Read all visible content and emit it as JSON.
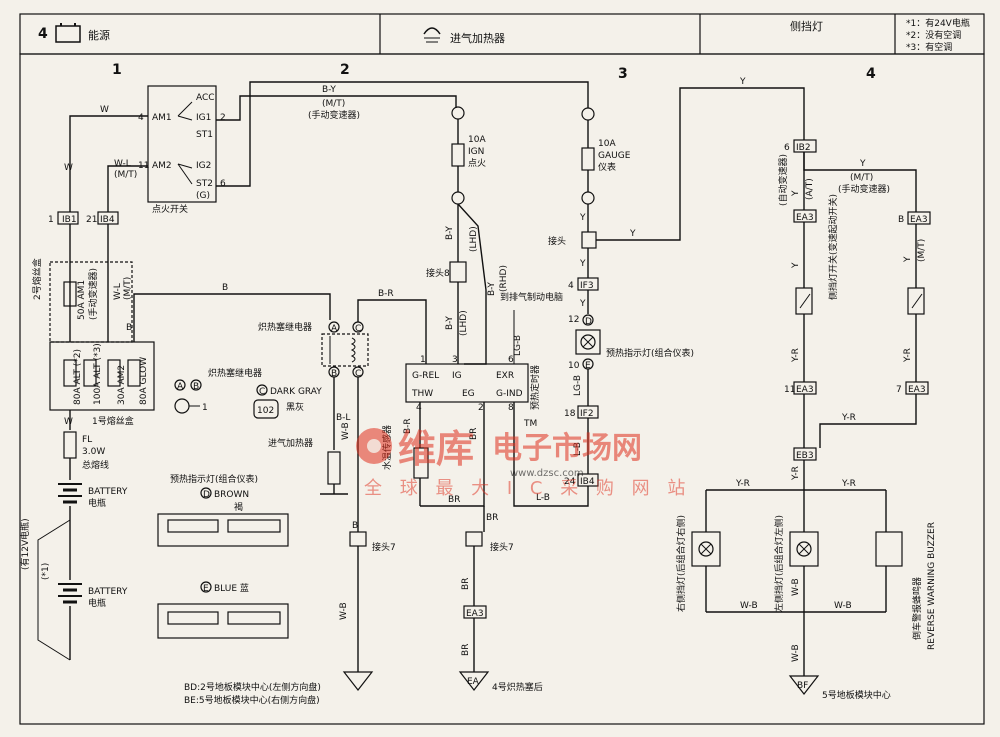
{
  "header": {
    "cell1_number": "4",
    "cell1_label": "能源",
    "cell2_label": "进气加热器",
    "cell3_label": "侧挡灯",
    "notes": [
      "*1：有24V电瓶",
      "*2：没有空调",
      "*3：有空调"
    ]
  },
  "columns": [
    "1",
    "2",
    "3",
    "4"
  ],
  "ignition": {
    "label": "点火开关",
    "pins": [
      "ACC",
      "IG1",
      "ST1",
      "IG2",
      "ST2",
      "AM1",
      "AM2"
    ],
    "pin_numbers": [
      "4",
      "2",
      "11",
      "6"
    ],
    "ground_marker": "(G)"
  },
  "wires": {
    "W": "W",
    "WL": "W-L",
    "B": "B",
    "BR": "B-R",
    "BY": "B-Y",
    "Y": "Y",
    "LGB": "LG-B",
    "YR": "Y-R",
    "WB": "W-B",
    "BRr": "BR",
    "LB": "L-B",
    "BL": "B-L",
    "MT": "(M/T)",
    "AT": "(A/T)",
    "MT_manual": "(M/T)",
    "manual": "(手动变速器)",
    "LHD": "(LHD)",
    "RHD": "(RHD)"
  },
  "fuses": {
    "ign": [
      "10A",
      "IGN",
      "点火"
    ],
    "gauge": [
      "10A",
      "GAUGE",
      "仪表"
    ],
    "fl": [
      "FL",
      "3.0W",
      "总熔线"
    ],
    "box2_label": "2号熔丝盒",
    "box1_label": "1号熔丝盒",
    "am1": "50A AM1",
    "am1_note": "(手动变速器)",
    "alt2": "80A ALT (*2)",
    "alt3": "100A ALT (*3)",
    "am2": "30A AM2",
    "glow": "80A GLOW"
  },
  "connectors": {
    "IB1": "IB1",
    "IB4": "IB4",
    "IB2": "IB2",
    "IF3": "IF3",
    "IF2": "IF2",
    "IB4b": "IB4",
    "EA3": "EA3",
    "EB3": "EB3",
    "n1": "1",
    "n21": "21",
    "n6": "6",
    "n4": "4",
    "n18": "18",
    "n24": "24",
    "n11": "11",
    "n7": "7",
    "n12": "12",
    "n10": "10"
  },
  "labels": {
    "joint": "接头",
    "joint8": "接头8",
    "joint7": "接头7",
    "glow_relay": "炽热塞继电器",
    "glow_relay2": "炽热塞继电器",
    "dark_gray": "DARK GRAY",
    "dark_gray_cn": "黑灰",
    "intake_heater": "进气加热器",
    "exhaust_ecu": "到排气制动电脑",
    "temp_sensor": "水温传感器",
    "preheat_timer": "预热定时器",
    "preheat_lamp": "预热指示灯(组合仪表)",
    "preheat_lamp2": "预热指示灯(组合仪表)",
    "brown": "BROWN",
    "brown_cn": "褐",
    "blue": "BLUE 蓝",
    "battery": "BATTERY",
    "battery_cn": "电瓶",
    "battery12": "(有12V电瓶)",
    "note1": "(*1)",
    "side_lamp_switch": "侧挡灯开关(变速起动开关)",
    "auto": "(自动变速器)",
    "manual": "(手动变速器)",
    "right_lamp": "右侧挡灯(后组合灯右侧)",
    "left_lamp": "左侧挡灯(后组合灯左侧)",
    "buzzer_cn": "倒车警报蜂鸣器",
    "buzzer": "REVERSE WARNING BUZZER",
    "bf": "5号地板模块中心",
    "ea": "4号炽热塞后",
    "bd": "BD:2号地板模块中心(左侧方向盘)",
    "be": "BE:5号地板模块中心(右侧方向盘)",
    "timer_pins": [
      "G-REL",
      "IG",
      "EXR",
      "THW",
      "EG",
      "G-IND"
    ],
    "timer_nums": [
      "1",
      "3",
      "6",
      "4",
      "2",
      "8"
    ],
    "lamp_letters": [
      "D",
      "E"
    ],
    "relay_pins": [
      "A",
      "C",
      "B",
      "C"
    ],
    "legend_pins": [
      "A",
      "B"
    ],
    "g_symbol": "BF",
    "ea_symbol": "EA",
    "connector_102": "102"
  },
  "watermark": {
    "brand": "维库",
    "site_cn": "电子市场网",
    "url": "www.dzsc.com",
    "slogan": "全 球 最 大 I C 采 购 网 站",
    "tm": "TM"
  }
}
